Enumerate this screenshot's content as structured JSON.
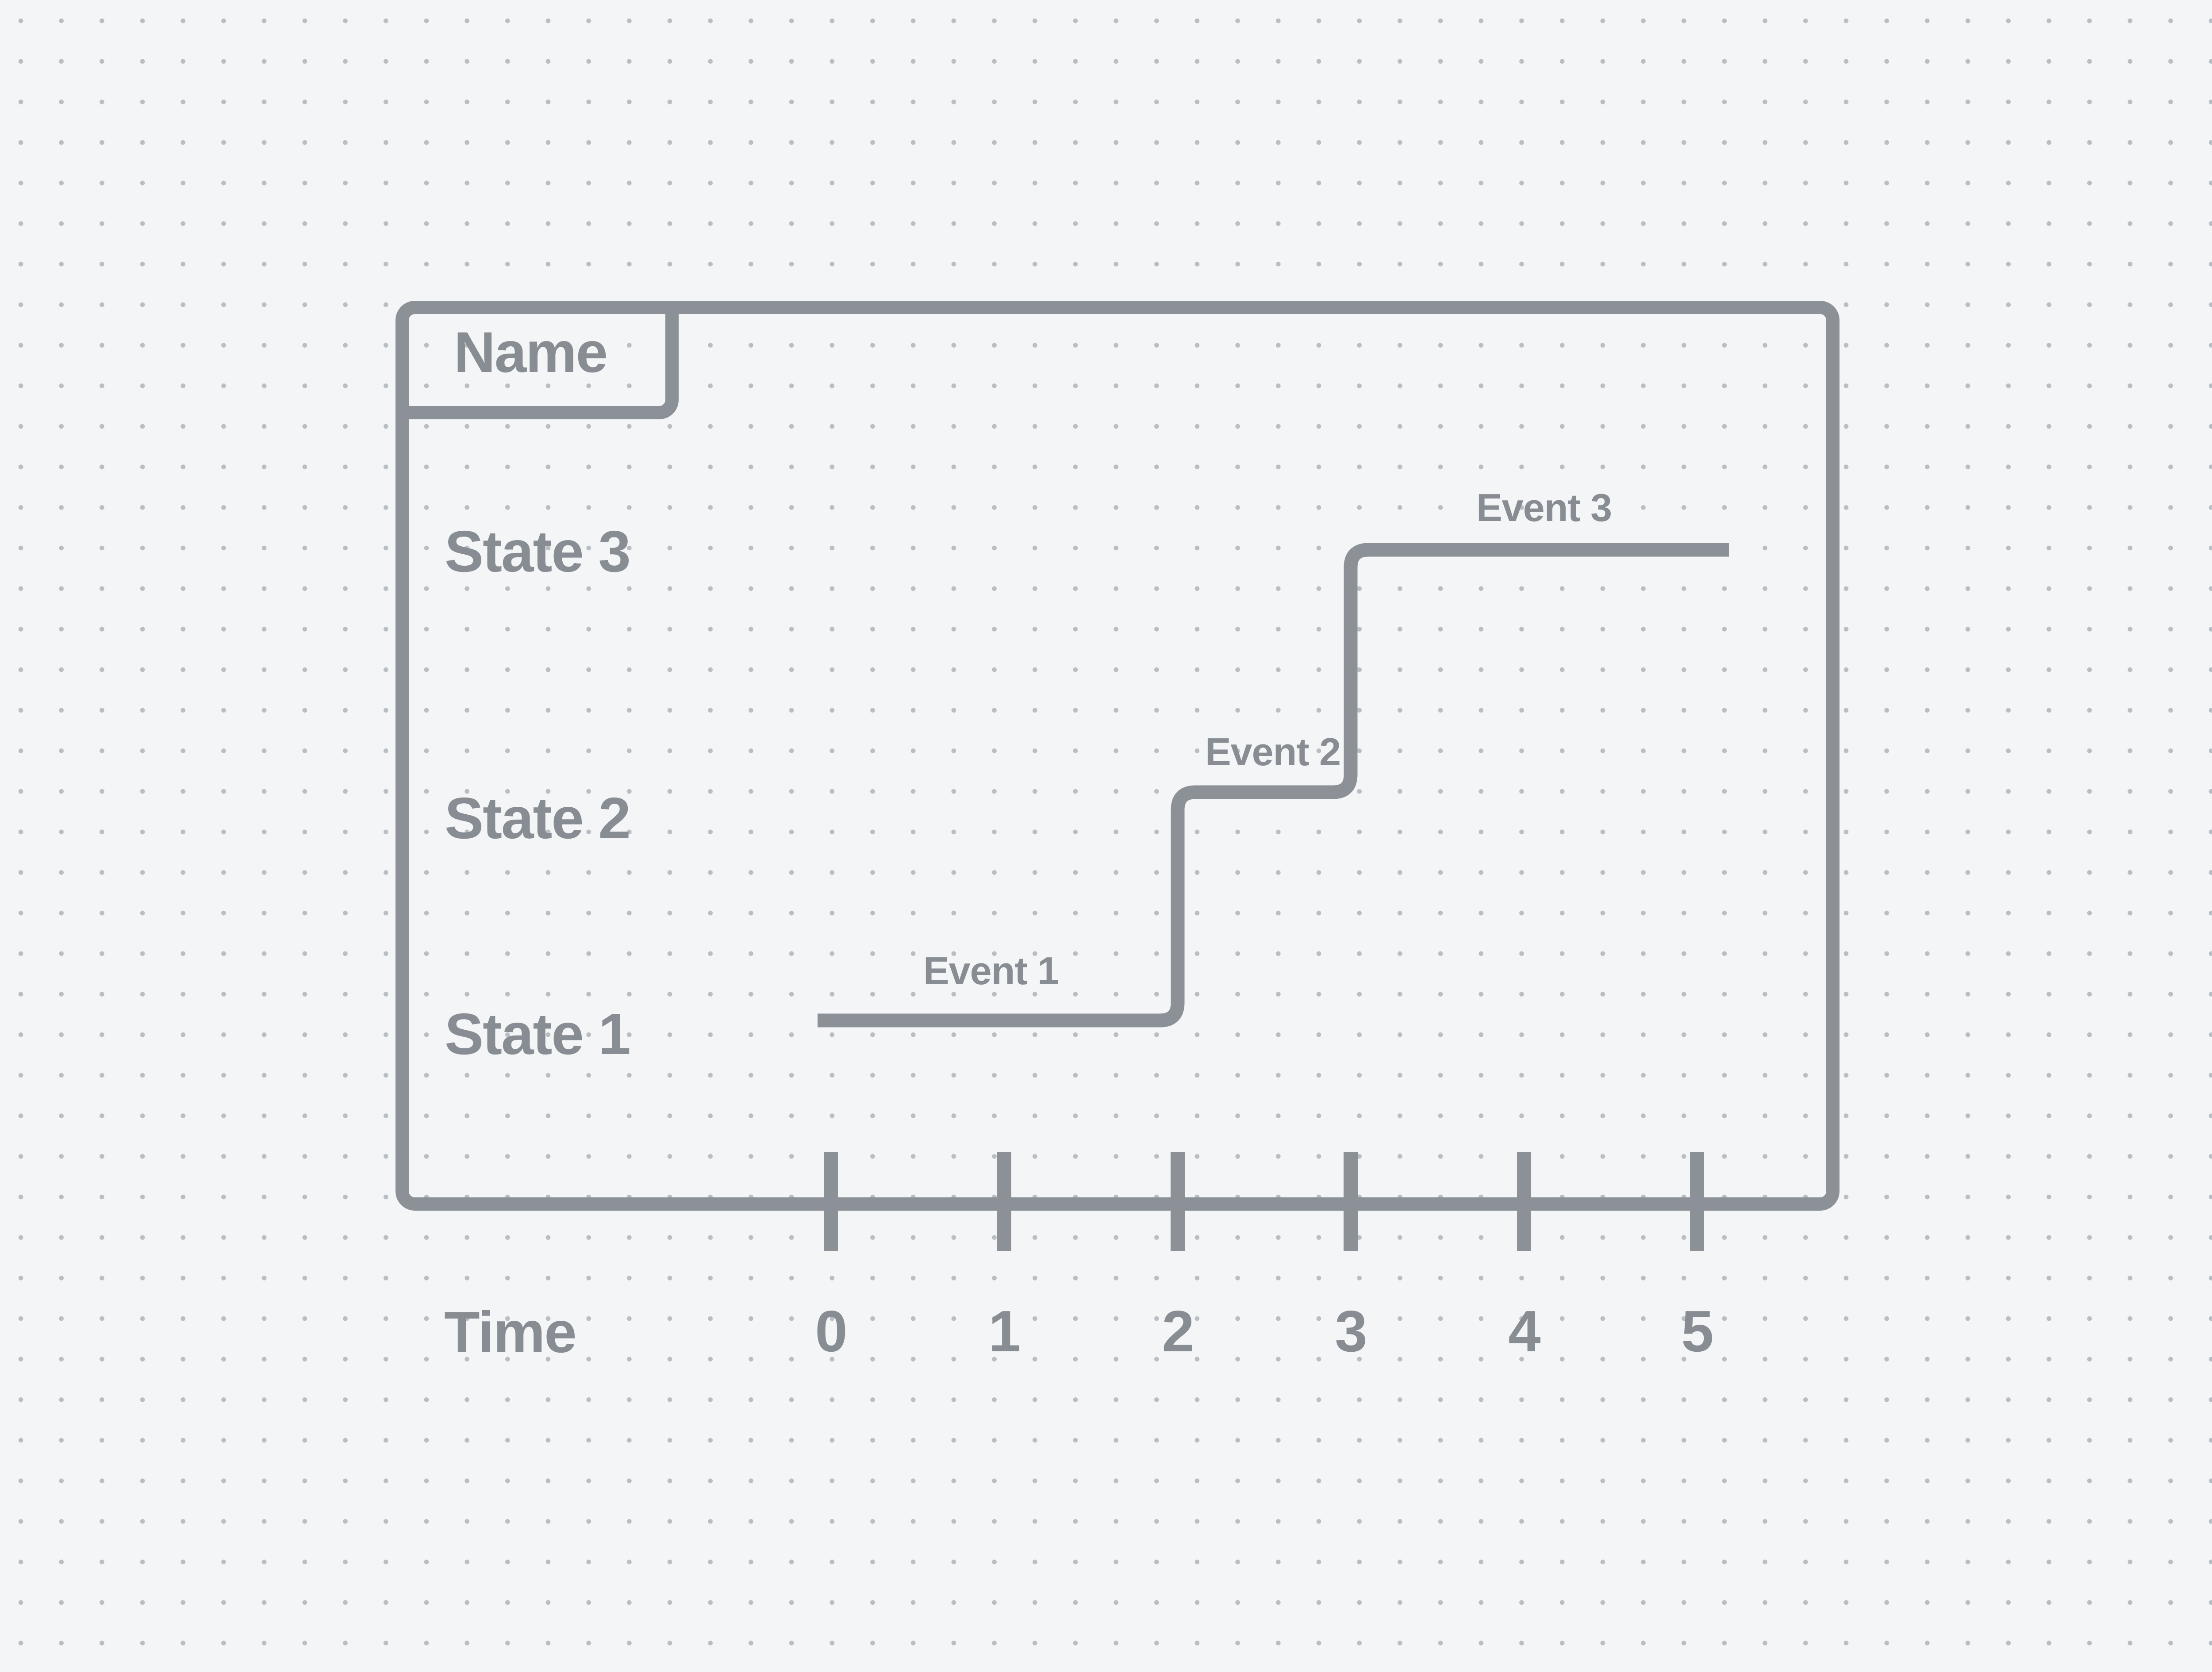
{
  "frame": {
    "name": "Name"
  },
  "states": [
    {
      "label": "State 3"
    },
    {
      "label": "State 2"
    },
    {
      "label": "State 1"
    }
  ],
  "events": [
    {
      "label": "Event 1"
    },
    {
      "label": "Event 2"
    },
    {
      "label": "Event 3"
    }
  ],
  "time_axis": {
    "label": "Time",
    "ticks": [
      "0",
      "1",
      "2",
      "3",
      "4",
      "5"
    ]
  },
  "timeline_segments": [
    {
      "state": "State 1",
      "from_time": 0,
      "to_time": 2,
      "event_at_segment": "Event 1"
    },
    {
      "state": "State 2",
      "from_time": 2,
      "to_time": 3,
      "event_at_segment": "Event 2"
    },
    {
      "state": "State 3",
      "from_time": 3,
      "to_time": 5.2,
      "event_at_segment": "Event 3"
    }
  ],
  "colors": {
    "stroke": "#8b9196",
    "text": "#878d92",
    "background": "#f4f5f6",
    "grid_dot": "#b9bec4"
  }
}
